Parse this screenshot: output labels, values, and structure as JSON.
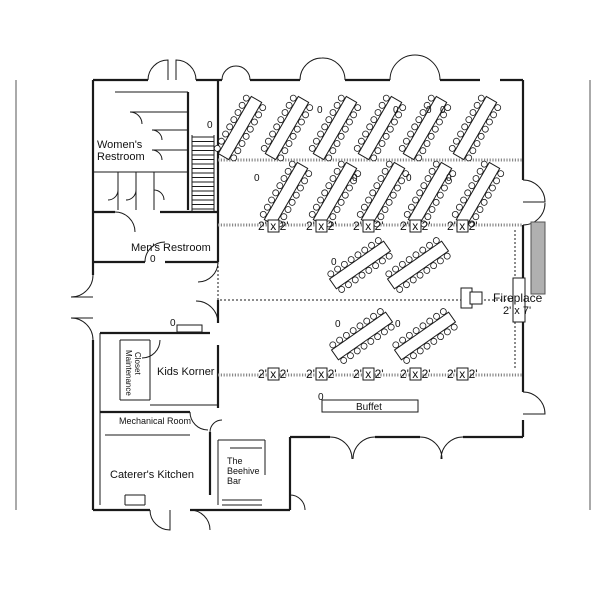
{
  "rooms": {
    "womens_restroom": [
      "Women's",
      "Restroom"
    ],
    "mens_restroom": "Men's Restroom",
    "maintenance_closet": [
      "Maintenance",
      "Closet"
    ],
    "kids_korner": "Kids Korner",
    "mechanical_room": "Mechanical Room",
    "caterers_kitchen": "Caterer's Kitchen",
    "beehive_bar": [
      "The",
      "Beehive",
      "Bar"
    ],
    "fireplace": [
      "Fireplace",
      "2' x 7'"
    ],
    "buffet": "Buffet"
  },
  "dance_floor_tile_label": "2' x 2'",
  "round_marker": "0",
  "colors": {
    "ink": "#1a1a1a",
    "fireplace_fill": "#b0b0b0",
    "dots": "#888888"
  }
}
